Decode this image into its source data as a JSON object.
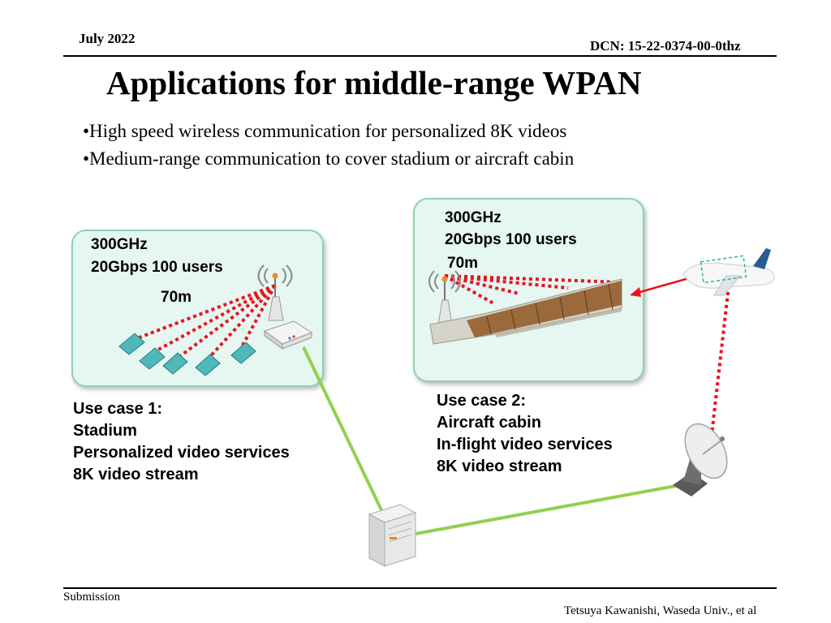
{
  "header": {
    "date": "July 2022",
    "dcn": "DCN: 15-22-0374-00-0thz"
  },
  "title": "Applications for middle-range WPAN",
  "bullets": [
    "•High speed wireless communication for personalized 8K videos",
    "•Medium-range communication to cover stadium or aircraft cabin"
  ],
  "panel_stadium": {
    "frequency": "300GHz",
    "rate": "20Gbps 100 users",
    "range": "70m"
  },
  "panel_aircraft": {
    "frequency": "300GHz",
    "rate": "20Gbps 100 users",
    "range": "70m"
  },
  "use_case_1": {
    "heading": "Use case 1:",
    "lines": [
      "Stadium",
      "Personalized video services",
      "8K video stream"
    ]
  },
  "use_case_2": {
    "heading": "Use case 2:",
    "lines": [
      "Aircraft cabin",
      "In-flight video services",
      "8K video stream"
    ]
  },
  "footer": {
    "left": "Submission",
    "right": "Tetsuya Kawanishi, Waseda Univ., et al"
  },
  "colors": {
    "wireless_link": "#e8141e",
    "wired_link": "#92d050",
    "panel_fill": "#e6f6f1",
    "panel_border": "#8fd3a7"
  }
}
